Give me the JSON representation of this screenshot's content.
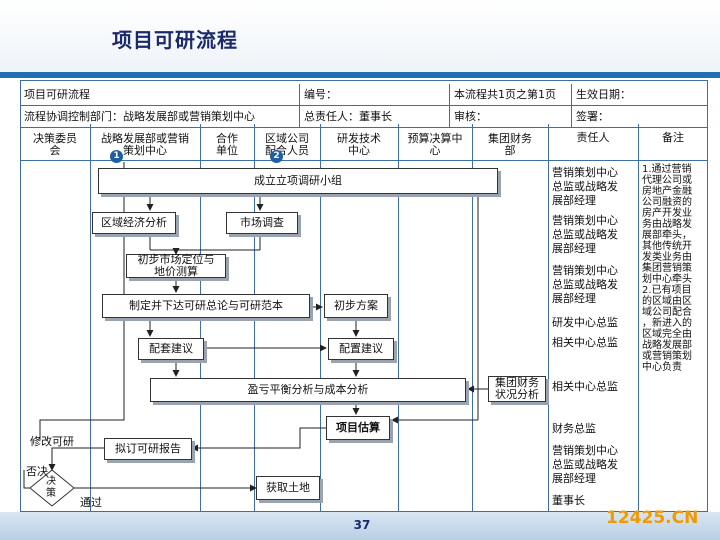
{
  "title": "项目可研流程",
  "page_number": "37",
  "watermark": "12425.CN",
  "header": {
    "row1": {
      "process": "项目可研流程",
      "number": "编号：",
      "pages": "本流程共1页之第1页",
      "effective": "生效日期："
    },
    "row2": {
      "dept": "流程协调控制部门：战略发展部或营销策划中心",
      "owner": "总责任人：董事长",
      "review": "审核：",
      "sign": "签署："
    }
  },
  "lanes": [
    {
      "line1": "决策委员",
      "line2": "会"
    },
    {
      "line1": "战略发展部或营销",
      "line2": "策划中心"
    },
    {
      "line1": "合作",
      "line2": "单位"
    },
    {
      "line1": "区域公司",
      "line2": "配合人员"
    },
    {
      "line1": "研发技术",
      "line2": "中心"
    },
    {
      "line1": "预算决算中",
      "line2": "心"
    },
    {
      "line1": "集团财务",
      "line2": "部"
    },
    {
      "line1": "责任人",
      "line2": ""
    },
    {
      "line1": "备注",
      "line2": ""
    }
  ],
  "badges": [
    "1",
    "2"
  ],
  "steps": {
    "s1": "成立立项调研小组",
    "s2": "区域经济分析",
    "s3": "市场调查",
    "s4a": "初步市场定位与",
    "s4b": "地价测算",
    "s5": "制定并下达可研总论与可研范本",
    "s6": "初步方案",
    "s7": "配套建议",
    "s8": "配置建议",
    "s9": "盈亏平衡分析与成本分析",
    "s10a": "集团财务",
    "s10b": "状况分析",
    "s11": "项目估算",
    "s12": "拟订可研报告",
    "s13": "获取土地",
    "decision_a": "决",
    "decision_b": "策"
  },
  "labels": {
    "revise": "修改可研",
    "reject": "否决",
    "pass": "通过"
  },
  "responsible": [
    [
      "营销策划中心",
      "总监或战略发",
      "展部经理"
    ],
    [
      "营销策划中心",
      "总监或战略发",
      "展部经理"
    ],
    [
      "营销策划中心",
      "总监或战略发",
      "展部经理"
    ],
    [
      "研发中心总监"
    ],
    [
      "相关中心总监"
    ],
    [
      "相关中心总监"
    ],
    [
      "财务总监"
    ],
    [
      "营销策划中心",
      "总监或战略发",
      "展部经理"
    ],
    [
      "董事长"
    ]
  ],
  "notes": [
    "1.通过营销",
    "代理公司或",
    "房地产金融",
    "公司融资的",
    "房产开发业",
    "务由战略发",
    "展部牵头，",
    "其他传统开",
    "发类业务由",
    "集团营销策",
    "划中心牵头",
    "2.已有项目",
    "的区域由区",
    "域公司配合",
    "，新进入的",
    "区域完全由",
    "战略发展部",
    "或营销策划",
    "中心负责"
  ]
}
